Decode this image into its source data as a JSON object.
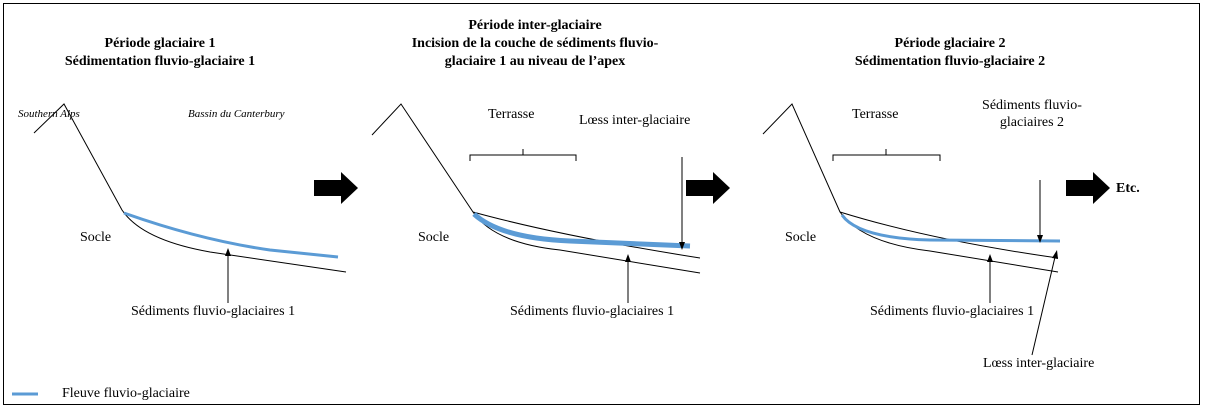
{
  "colors": {
    "river": "#5b9bd5",
    "line": "#000000"
  },
  "panels": [
    {
      "title": "Période glaciaire 1\nSédimentation fluvio-glaciaire 1",
      "southern_alps": "Southern Alps",
      "bassin": "Bassin du Canterbury",
      "socle": "Socle",
      "sediments_label": "Sédiments fluvio-glaciaires 1"
    },
    {
      "title": "Période inter-glaciaire\nIncision de la couche de sédiments fluvio-\nglaciaire 1 au niveau de l’apex",
      "terrasse": "Terrasse",
      "loess": "Lœss inter-glaciaire",
      "socle": "Socle",
      "sediments_label": "Sédiments fluvio-glaciaires 1"
    },
    {
      "title": "Période glaciaire 2\nSédimentation fluvio-glaciaire 2",
      "terrasse": "Terrasse",
      "sediments2": "Sédiments fluvio-\nglaciaires 2",
      "socle": "Socle",
      "sediments_label": "Sédiments fluvio-glaciaires 1",
      "loess": "Lœss inter-glaciaire"
    }
  ],
  "etc": "Etc.",
  "legend": {
    "label": "Fleuve fluvio-glaciaire"
  }
}
